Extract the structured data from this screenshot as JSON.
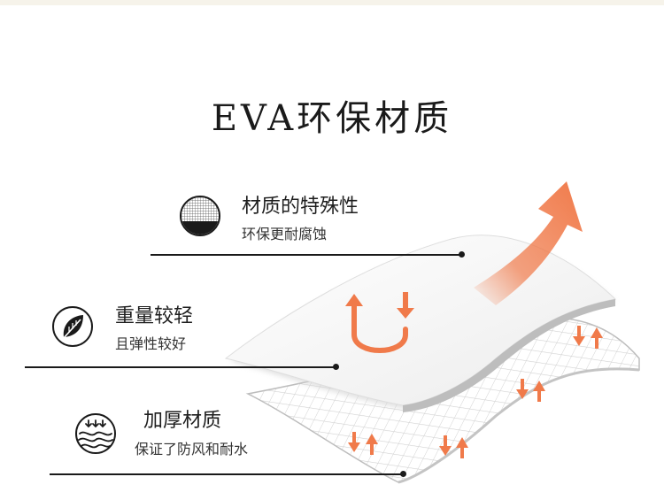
{
  "title": "EVA环保材质",
  "features": [
    {
      "title": "材质的特殊性",
      "subtitle": "环保更耐腐蚀",
      "icon": "mesh-circle-icon"
    },
    {
      "title": "重量较轻",
      "subtitle": "且弹性较好",
      "icon": "leaf-circle-icon"
    },
    {
      "title": "加厚材质",
      "subtitle": "保证了防风和耐水",
      "icon": "water-drop-circle-icon"
    }
  ],
  "colors": {
    "accent": "#f07a4a",
    "text": "#1a1a1a"
  }
}
